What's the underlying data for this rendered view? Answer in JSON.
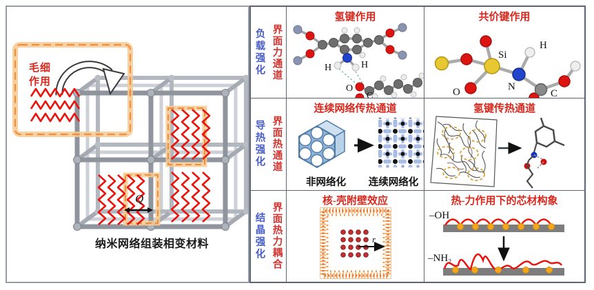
{
  "left_panel": {
    "capillary_label": "毛细\n作用",
    "q_label": "Q",
    "caption": "纳米网络组装相变材料"
  },
  "table": {
    "rows": [
      {
        "category": "负载强化",
        "channel": "界面力通道",
        "cells": [
          {
            "title": "氢键作用",
            "labels": [
              "H",
              "H",
              "O",
              "C"
            ]
          },
          {
            "title": "共价键作用",
            "labels": [
              "Si",
              "N",
              "C",
              "O",
              "H"
            ]
          }
        ]
      },
      {
        "category": "导热强化",
        "channel": "界面热通道",
        "cells": [
          {
            "title": "连续网络传热通道",
            "labels": [
              "非网络化",
              "连续网络化"
            ]
          },
          {
            "title": "氢键传热通道",
            "labels": []
          }
        ]
      },
      {
        "category": "结晶强化",
        "channel": "界面热力耦合",
        "cells": [
          {
            "title": "核-壳附壁效应",
            "labels": [
              "r"
            ]
          },
          {
            "title": "热-力作用下的芯材构象",
            "labels": [
              "–OH",
              "–NH₂"
            ]
          }
        ]
      }
    ]
  },
  "colors": {
    "category_blue": "#4a5ec8",
    "channel_red": "#d23430",
    "title_red": "#d8281e",
    "accent_orange": "#ee8f3c",
    "spring_red": "#e8150f",
    "lattice_gray": "#8f949d",
    "network_blue": "#a9bce6",
    "bundle_blue": "#8fb4d8",
    "bar_gray": "#7d7d7d",
    "dot_orange": "#f3a71c",
    "border_gray": "#5d6575"
  }
}
